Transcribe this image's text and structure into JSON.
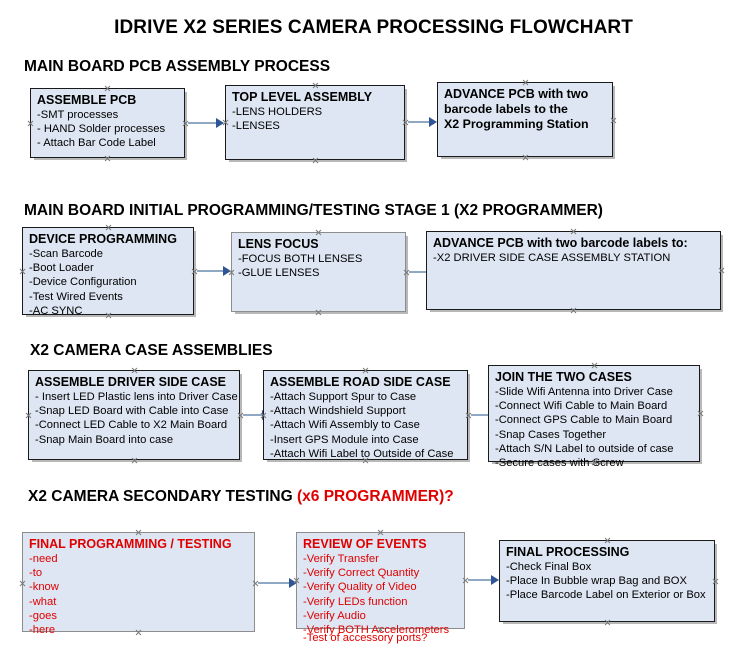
{
  "document": {
    "title": "IDRIVE X2  SERIES CAMERA PROCESSING FLOWCHART"
  },
  "sections": [
    {
      "id": "main-board-pcb-assembly",
      "heading": "MAIN BOARD PCB ASSEMBLY PROCESS",
      "accent": ""
    },
    {
      "id": "main-board-initial-programming",
      "heading": "MAIN BOARD INITIAL PROGRAMMING/TESTING STAGE 1 (X2 PROGRAMMER)",
      "accent": ""
    },
    {
      "id": "x2-camera-case-assemblies",
      "heading": "X2 CAMERA CASE ASSEMBLIES",
      "accent": ""
    },
    {
      "id": "x2-camera-secondary-testing",
      "heading": "X2 CAMERA SECONDARY TESTING ",
      "accent": "(x6 PROGRAMMER)?"
    }
  ],
  "boxes": {
    "assemble_pcb": {
      "title": "ASSEMBLE PCB",
      "lines": [
        "-SMT processes",
        "- HAND Solder processes",
        "- Attach Bar Code Label"
      ]
    },
    "top_level_assembly": {
      "title": "TOP LEVEL ASSEMBLY",
      "lines": [
        "-LENS HOLDERS",
        "-LENSES"
      ]
    },
    "advance_pcb_station": {
      "title": "ADVANCE PCB with two",
      "lines": [
        "barcode labels to the",
        " X2 Programming Station"
      ]
    },
    "device_programming": {
      "title": "DEVICE PROGRAMMING",
      "lines": [
        "-Scan Barcode",
        "-Boot Loader",
        "-Device Configuration",
        "-Test Wired Events",
        "-AC SYNC"
      ]
    },
    "lens_focus": {
      "title": "LENS FOCUS",
      "lines": [
        "-FOCUS BOTH LENSES",
        "-GLUE LENSES"
      ]
    },
    "advance_pcb_driver_side": {
      "title": "ADVANCE PCB with two barcode labels to:",
      "lines": [
        "-X2 DRIVER  SIDE  CASE  ASSEMBLY STATION"
      ]
    },
    "assemble_driver_side_case": {
      "title": "ASSEMBLE DRIVER SIDE CASE",
      "lines": [
        "- Insert LED Plastic lens into Driver Case",
        "-Snap LED Board with Cable into Case",
        "-Connect LED Cable to X2 Main Board",
        "-Snap Main Board into case"
      ]
    },
    "assemble_road_side_case": {
      "title": "ASSEMBLE ROAD SIDE CASE",
      "lines": [
        "-Attach Support Spur to Case",
        "-Attach Windshield Support",
        "-Attach Wifi Assembly to Case",
        "-Insert GPS Module into Case",
        "-Attach Wifi Label to Outside of Case"
      ]
    },
    "join_the_two_cases": {
      "title": "JOIN THE TWO CASES",
      "lines": [
        "-Slide Wifi Antenna into Driver Case",
        "-Connect Wifi Cable to Main Board",
        "-Connect GPS Cable to Main Board",
        "-Snap Cases Together",
        "-Attach S/N Label to outside of case",
        "-Secure cases with Screw"
      ]
    },
    "final_programming_testing": {
      "title": "FINAL PROGRAMMING / TESTING",
      "lines": [
        "-need",
        "-to",
        "-know",
        "-what",
        "-goes",
        "-here"
      ]
    },
    "review_of_events": {
      "title": "REVIEW OF EVENTS",
      "lines": [
        "-Verify Transfer",
        "-Verify Correct Quantity",
        "-Verify Quality of Video",
        "-Verify LEDs function",
        "-Verify Audio",
        "-Verify BOTH Accelerometers"
      ],
      "overflow_line": "-Test of accessory ports?"
    },
    "final_processing": {
      "title": "FINAL PROCESSING",
      "lines": [
        " -Check Final Box",
        "-Place In Bubble wrap Bag and BOX",
        "-Place Barcode Label on Exterior or Box"
      ]
    }
  },
  "colors": {
    "box_fill": "#dde6f2",
    "box_border_black": "#1a1a1a",
    "box_border_grey": "#8d8d8d",
    "accent_red": "#e00000",
    "arrow_shaft": "#8fa9c4",
    "arrow_head": "#2f5597",
    "text": "#000000"
  }
}
